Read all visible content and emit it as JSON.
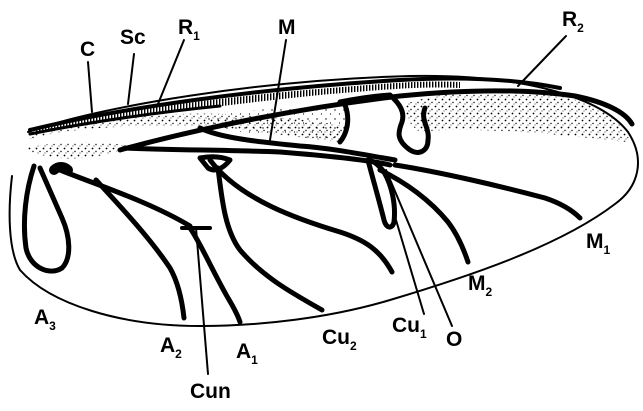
{
  "figure": {
    "subject": "insect-wing-venation",
    "ink_color": "#000000",
    "paper_color": "#ffffff",
    "labels": [
      {
        "key": "C",
        "base": "C",
        "sub": ""
      },
      {
        "key": "Sc",
        "base": "Sc",
        "sub": ""
      },
      {
        "key": "R1",
        "base": "R",
        "sub": "1"
      },
      {
        "key": "M",
        "base": "M",
        "sub": ""
      },
      {
        "key": "R2",
        "base": "R",
        "sub": "2"
      },
      {
        "key": "M1",
        "base": "M",
        "sub": "1"
      },
      {
        "key": "M2",
        "base": "M",
        "sub": "2"
      },
      {
        "key": "O",
        "base": "O",
        "sub": ""
      },
      {
        "key": "Cu1",
        "base": "Cu",
        "sub": "1"
      },
      {
        "key": "Cu2",
        "base": "Cu",
        "sub": "2"
      },
      {
        "key": "A1",
        "base": "A",
        "sub": "1"
      },
      {
        "key": "A2",
        "base": "A",
        "sub": "2"
      },
      {
        "key": "A3",
        "base": "A",
        "sub": "3"
      },
      {
        "key": "Cun",
        "base": "Cun",
        "sub": ""
      }
    ]
  }
}
